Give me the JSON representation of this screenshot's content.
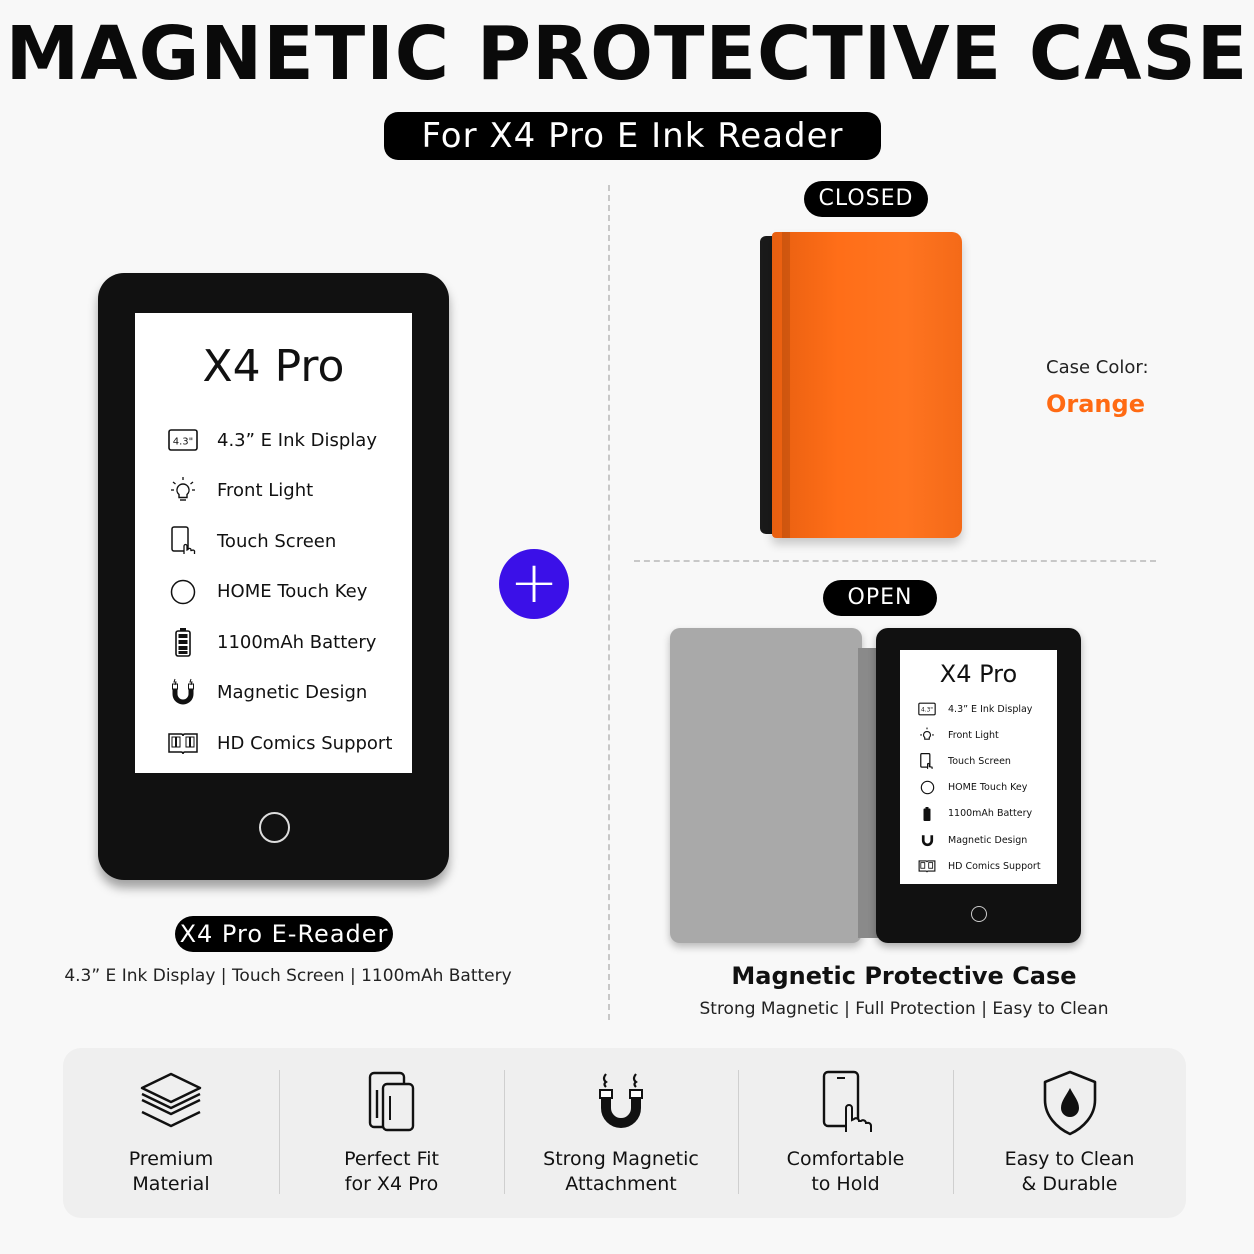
{
  "header": {
    "title": "MAGNETIC PROTECTIVE CASE",
    "subtitle": "For X4 Pro E Ink Reader"
  },
  "device": {
    "model": "X4 Pro",
    "features": [
      {
        "icon": "display-size-icon",
        "label": "4.3” E Ink Display"
      },
      {
        "icon": "front-light-icon",
        "label": "Front Light"
      },
      {
        "icon": "touch-screen-icon",
        "label": "Touch Screen"
      },
      {
        "icon": "home-key-icon",
        "label": "HOME Touch Key"
      },
      {
        "icon": "battery-icon",
        "label": "1100mAh Battery"
      },
      {
        "icon": "magnet-icon",
        "label": "Magnetic Design"
      },
      {
        "icon": "comics-book-icon",
        "label": "HD Comics Support"
      }
    ],
    "badge": "X4 Pro E-Reader",
    "caption": "4.3” E Ink Display | Touch Screen | 1100mAh Battery"
  },
  "plus_symbol": "+",
  "case": {
    "closed_label": "CLOSED",
    "open_label": "OPEN",
    "color_label": "Case Color:",
    "color_value": "Orange",
    "color_hex": "#ff6a13",
    "title": "Magnetic Protective Case",
    "subtitle": "Strong Magnetic | Full Protection | Easy to Clean"
  },
  "mini_screen": {
    "model": "X4 Pro",
    "features": [
      "4.3” E Ink Display",
      "Front Light",
      "Touch Screen",
      "HOME Touch Key",
      "1100mAh Battery",
      "Magnetic Design",
      "HD Comics Support"
    ]
  },
  "benefits": [
    {
      "icon": "layers-icon",
      "line1": "Premium",
      "line2": "Material"
    },
    {
      "icon": "device-fit-icon",
      "line1": "Perfect Fit",
      "line2": "for X4 Pro"
    },
    {
      "icon": "magnet-icon",
      "line1": "Strong Magnetic",
      "line2": "Attachment"
    },
    {
      "icon": "hand-hold-icon",
      "line1": "Comfortable",
      "line2": "to Hold"
    },
    {
      "icon": "shield-drop-icon",
      "line1": "Easy to Clean",
      "line2": "& Durable"
    }
  ]
}
